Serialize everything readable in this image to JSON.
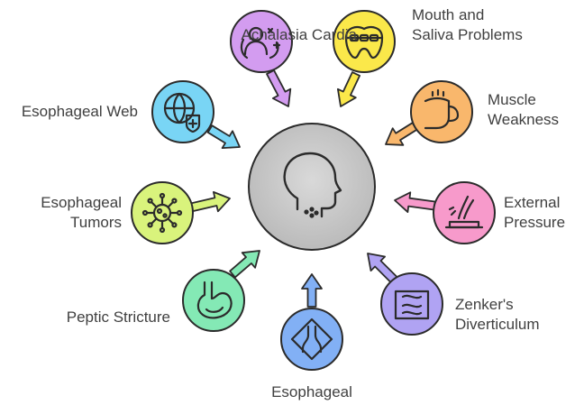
{
  "center": {
    "icon": "head-profile-icon"
  },
  "nodes": [
    {
      "id": "achalasia",
      "label": "Achalasia Cardia",
      "color": "#d39cf0",
      "icon": "person-hands-icon"
    },
    {
      "id": "mouth",
      "label": "Mouth and\nSaliva Problems",
      "color": "#fbe84a",
      "icon": "teeth-braces-icon"
    },
    {
      "id": "muscle",
      "label": "Muscle\nWeakness",
      "color": "#f9b76c",
      "icon": "fist-icon"
    },
    {
      "id": "external",
      "label": "External\nPressure",
      "color": "#f79acb",
      "icon": "press-icon"
    },
    {
      "id": "zenker",
      "label": "Zenker's\nDiverticulum",
      "color": "#b0a3f3",
      "icon": "intestine-icon"
    },
    {
      "id": "esophageal",
      "label": "Esophageal",
      "color": "#82b0f5",
      "icon": "esophagus-icon"
    },
    {
      "id": "peptic",
      "label": "Peptic Stricture",
      "color": "#84e9b5",
      "icon": "stomach-icon"
    },
    {
      "id": "tumors",
      "label": "Esophageal\nTumors",
      "color": "#d9f37c",
      "icon": "virus-icon"
    },
    {
      "id": "web",
      "label": "Esophageal Web",
      "color": "#79d5f5",
      "icon": "globe-shield-icon"
    }
  ]
}
